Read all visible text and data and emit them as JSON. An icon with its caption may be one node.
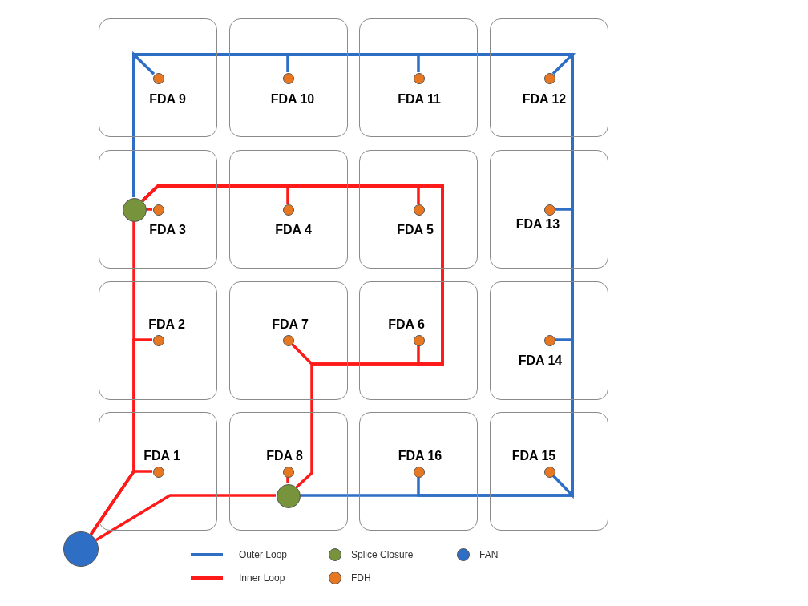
{
  "diagram": {
    "nodes": [
      {
        "text": [
          "FDA 9"
        ]
      },
      {
        "text": [],
        "shape": "circle",
        "in": 0
      },
      {
        "text": [
          "FDA 10"
        ]
      },
      {
        "text": [],
        "shape": "circle",
        "in": 2
      },
      {
        "text": [
          "FDA 11"
        ]
      },
      {
        "text": [],
        "shape": "circle",
        "in": 4
      },
      {
        "text": [
          "FDA 12"
        ]
      },
      {
        "text": [],
        "shape": "circle",
        "in": 6
      },
      {
        "text": [
          "FDA 3"
        ]
      },
      {
        "text": [],
        "shape": "circle",
        "in": 8
      },
      {
        "text": [],
        "shape": "circle",
        "in": 8
      },
      {
        "text": [
          "FDA 4"
        ]
      },
      {
        "text": [],
        "shape": "circle",
        "in": 11
      },
      {
        "text": [
          "FDA 5"
        ]
      },
      {
        "text": [],
        "shape": "circle",
        "in": 13
      },
      {
        "text": [
          "FDA 13"
        ]
      },
      {
        "text": [],
        "shape": "circle",
        "in": 15
      },
      {
        "text": [
          "FDA 2"
        ]
      },
      {
        "text": [],
        "shape": "circle",
        "in": 17
      },
      {
        "text": [
          "FDA 7"
        ]
      },
      {
        "text": [],
        "shape": "circle",
        "in": 19
      },
      {
        "text": [
          "FDA 6"
        ]
      },
      {
        "text": [],
        "shape": "circle",
        "in": 21
      },
      {
        "text": [
          "FDA 14"
        ]
      },
      {
        "text": [],
        "shape": "circle",
        "in": 23
      },
      {
        "text": [
          "FDA 1"
        ]
      },
      {
        "text": [],
        "shape": "circle",
        "in": 25
      },
      {
        "text": [
          "FDA 8"
        ]
      },
      {
        "text": [],
        "shape": "circle",
        "in": 27
      },
      {
        "text": [],
        "shape": "circle",
        "in": 27
      },
      {
        "text": [
          "FDA 16"
        ]
      },
      {
        "text": [],
        "shape": "circle",
        "in": 30
      },
      {
        "text": [
          "FDA 15"
        ]
      },
      {
        "text": [],
        "shape": "circle",
        "in": 32
      },
      {
        "text": [],
        "shape": "circle"
      }
    ],
    "edges": [
      {
        "from": 9,
        "to": 28,
        "arrow": "none",
        "color": "#2e6ec4"
      },
      {
        "from": 9,
        "to": 1,
        "arrow": "none",
        "color": "#2e6ec4"
      },
      {
        "from": 9,
        "to": 3,
        "arrow": "none",
        "color": "#2e6ec4"
      },
      {
        "from": 9,
        "to": 5,
        "arrow": "none",
        "color": "#2e6ec4"
      },
      {
        "from": 9,
        "to": 7,
        "arrow": "none",
        "color": "#2e6ec4"
      },
      {
        "from": 9,
        "to": 16,
        "arrow": "none",
        "color": "#2e6ec4"
      },
      {
        "from": 9,
        "to": 24,
        "arrow": "none",
        "color": "#2e6ec4"
      },
      {
        "from": 9,
        "to": 33,
        "arrow": "none",
        "color": "#2e6ec4"
      },
      {
        "from": 9,
        "to": 31,
        "arrow": "none",
        "color": "#2e6ec4"
      },
      {
        "from": 34,
        "to": 9,
        "arrow": "none"
      },
      {
        "from": 34,
        "to": 26,
        "arrow": "none"
      },
      {
        "from": 34,
        "to": 18,
        "arrow": "none"
      },
      {
        "from": 9,
        "to": 10,
        "arrow": "none"
      },
      {
        "from": 9,
        "to": 12,
        "arrow": "none"
      },
      {
        "from": 9,
        "to": 14,
        "arrow": "none"
      },
      {
        "from": 9,
        "to": 22,
        "arrow": "none"
      },
      {
        "from": 9,
        "to": 20,
        "arrow": "none"
      },
      {
        "from": 9,
        "to": 28,
        "arrow": "none"
      },
      {
        "from": 28,
        "to": 29,
        "arrow": "none"
      },
      {
        "from": 34,
        "to": 28,
        "arrow": "none"
      }
    ],
    "legend": [
      {
        "text": "Outer Loop"
      },
      {
        "text": "Splice Closure",
        "color": "#77933c"
      },
      {
        "text": "FAN",
        "color": "#2e6ec4"
      },
      {
        "text": "Inner Loop"
      },
      {
        "text": "FDH",
        "color": "#e87722"
      }
    ]
  }
}
